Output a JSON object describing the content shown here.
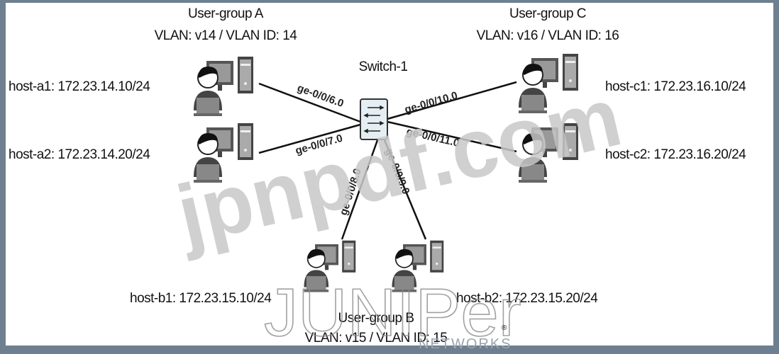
{
  "switch": {
    "label": "Switch-1"
  },
  "groups": {
    "a": {
      "name": "User-group A",
      "vlan": "VLAN: v14 / VLAN ID: 14"
    },
    "b": {
      "name": "User-group B",
      "vlan": "VLAN: v15 / VLAN ID: 15"
    },
    "c": {
      "name": "User-group C",
      "vlan": "VLAN: v16 / VLAN ID: 16"
    }
  },
  "hosts": {
    "a1": "host-a1: 172.23.14.10/24",
    "a2": "host-a2: 172.23.14.20/24",
    "b1": "host-b1: 172.23.15.10/24",
    "b2": "host-b2: 172.23.15.20/24",
    "c1": "host-c1: 172.23.16.10/24",
    "c2": "host-c2: 172.23.16.20/24"
  },
  "ports": {
    "a1": "ge-0/0/6.0",
    "a2": "ge-0/0/7.0",
    "b1": "ge-0/0/8.0",
    "b2": "ge-0/0/9.0",
    "c1": "ge-0/0/10.0",
    "c2": "ge-0/0/11.0"
  },
  "watermarks": {
    "site": "jpnpdf.com",
    "brand": "JUNIPer",
    "brand_sub": "NETWORKS",
    "reg": "®"
  }
}
